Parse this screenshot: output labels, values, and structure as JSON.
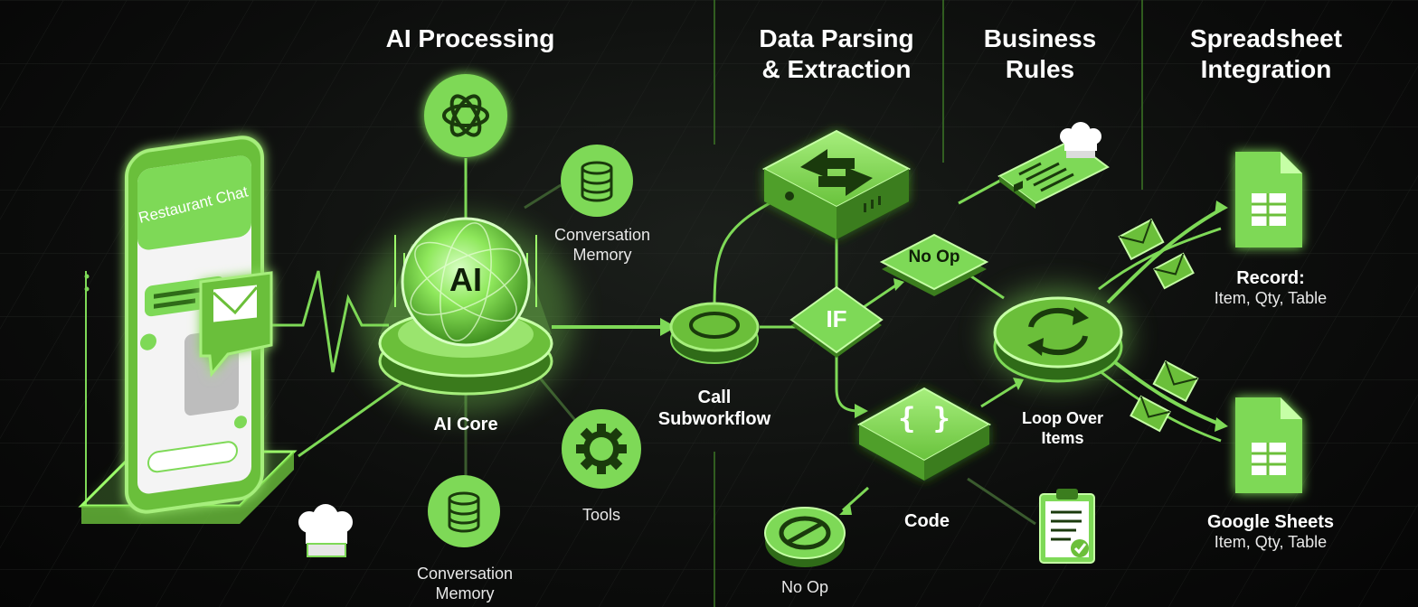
{
  "headers": {
    "ai_processing": "AI Processing",
    "data_parsing_1": "Data Parsing",
    "data_parsing_2": "& Extraction",
    "business_1": "Business",
    "business_2": "Rules",
    "spreadsheet_1": "Spreadsheet",
    "spreadsheet_2": "Integration"
  },
  "phone": {
    "chat_title": "Restaurant Chat"
  },
  "ai_core": {
    "badge": "AI",
    "label": "AI Core"
  },
  "memory_top": {
    "line1": "Conversation",
    "line2": "Memory"
  },
  "memory_bottom": {
    "line1": "Conversation",
    "line2": "Memory"
  },
  "tools": {
    "label": "Tools"
  },
  "subworkflow": {
    "line1": "Call",
    "line2": "Subworkflow"
  },
  "if_node": {
    "label": "IF"
  },
  "noop_top": {
    "label": "No Op"
  },
  "noop_bottom": {
    "label": "No Op"
  },
  "code": {
    "glyph": "{ }",
    "label": "Code"
  },
  "loop": {
    "line1": "Loop Over",
    "line2": "Items"
  },
  "record": {
    "title": "Record:",
    "fields": "Item, Qty, Table"
  },
  "sheets": {
    "title": "Google Sheets",
    "fields": "Item, Qty, Table"
  },
  "colors": {
    "accent": "#7ed957",
    "accent_dark": "#4a9a2a",
    "accent_deep": "#2f6b18",
    "glow": "#9cff6a",
    "bg": "#0c0d0c"
  },
  "icons": [
    "openai-logo-icon",
    "database-icon",
    "gear-icon",
    "chef-hat-icon",
    "envelope-icon",
    "sync-icon",
    "spreadsheet-icon",
    "clipboard-check-icon",
    "no-entry-icon",
    "menu-card-icon",
    "transfer-arrows-icon"
  ]
}
